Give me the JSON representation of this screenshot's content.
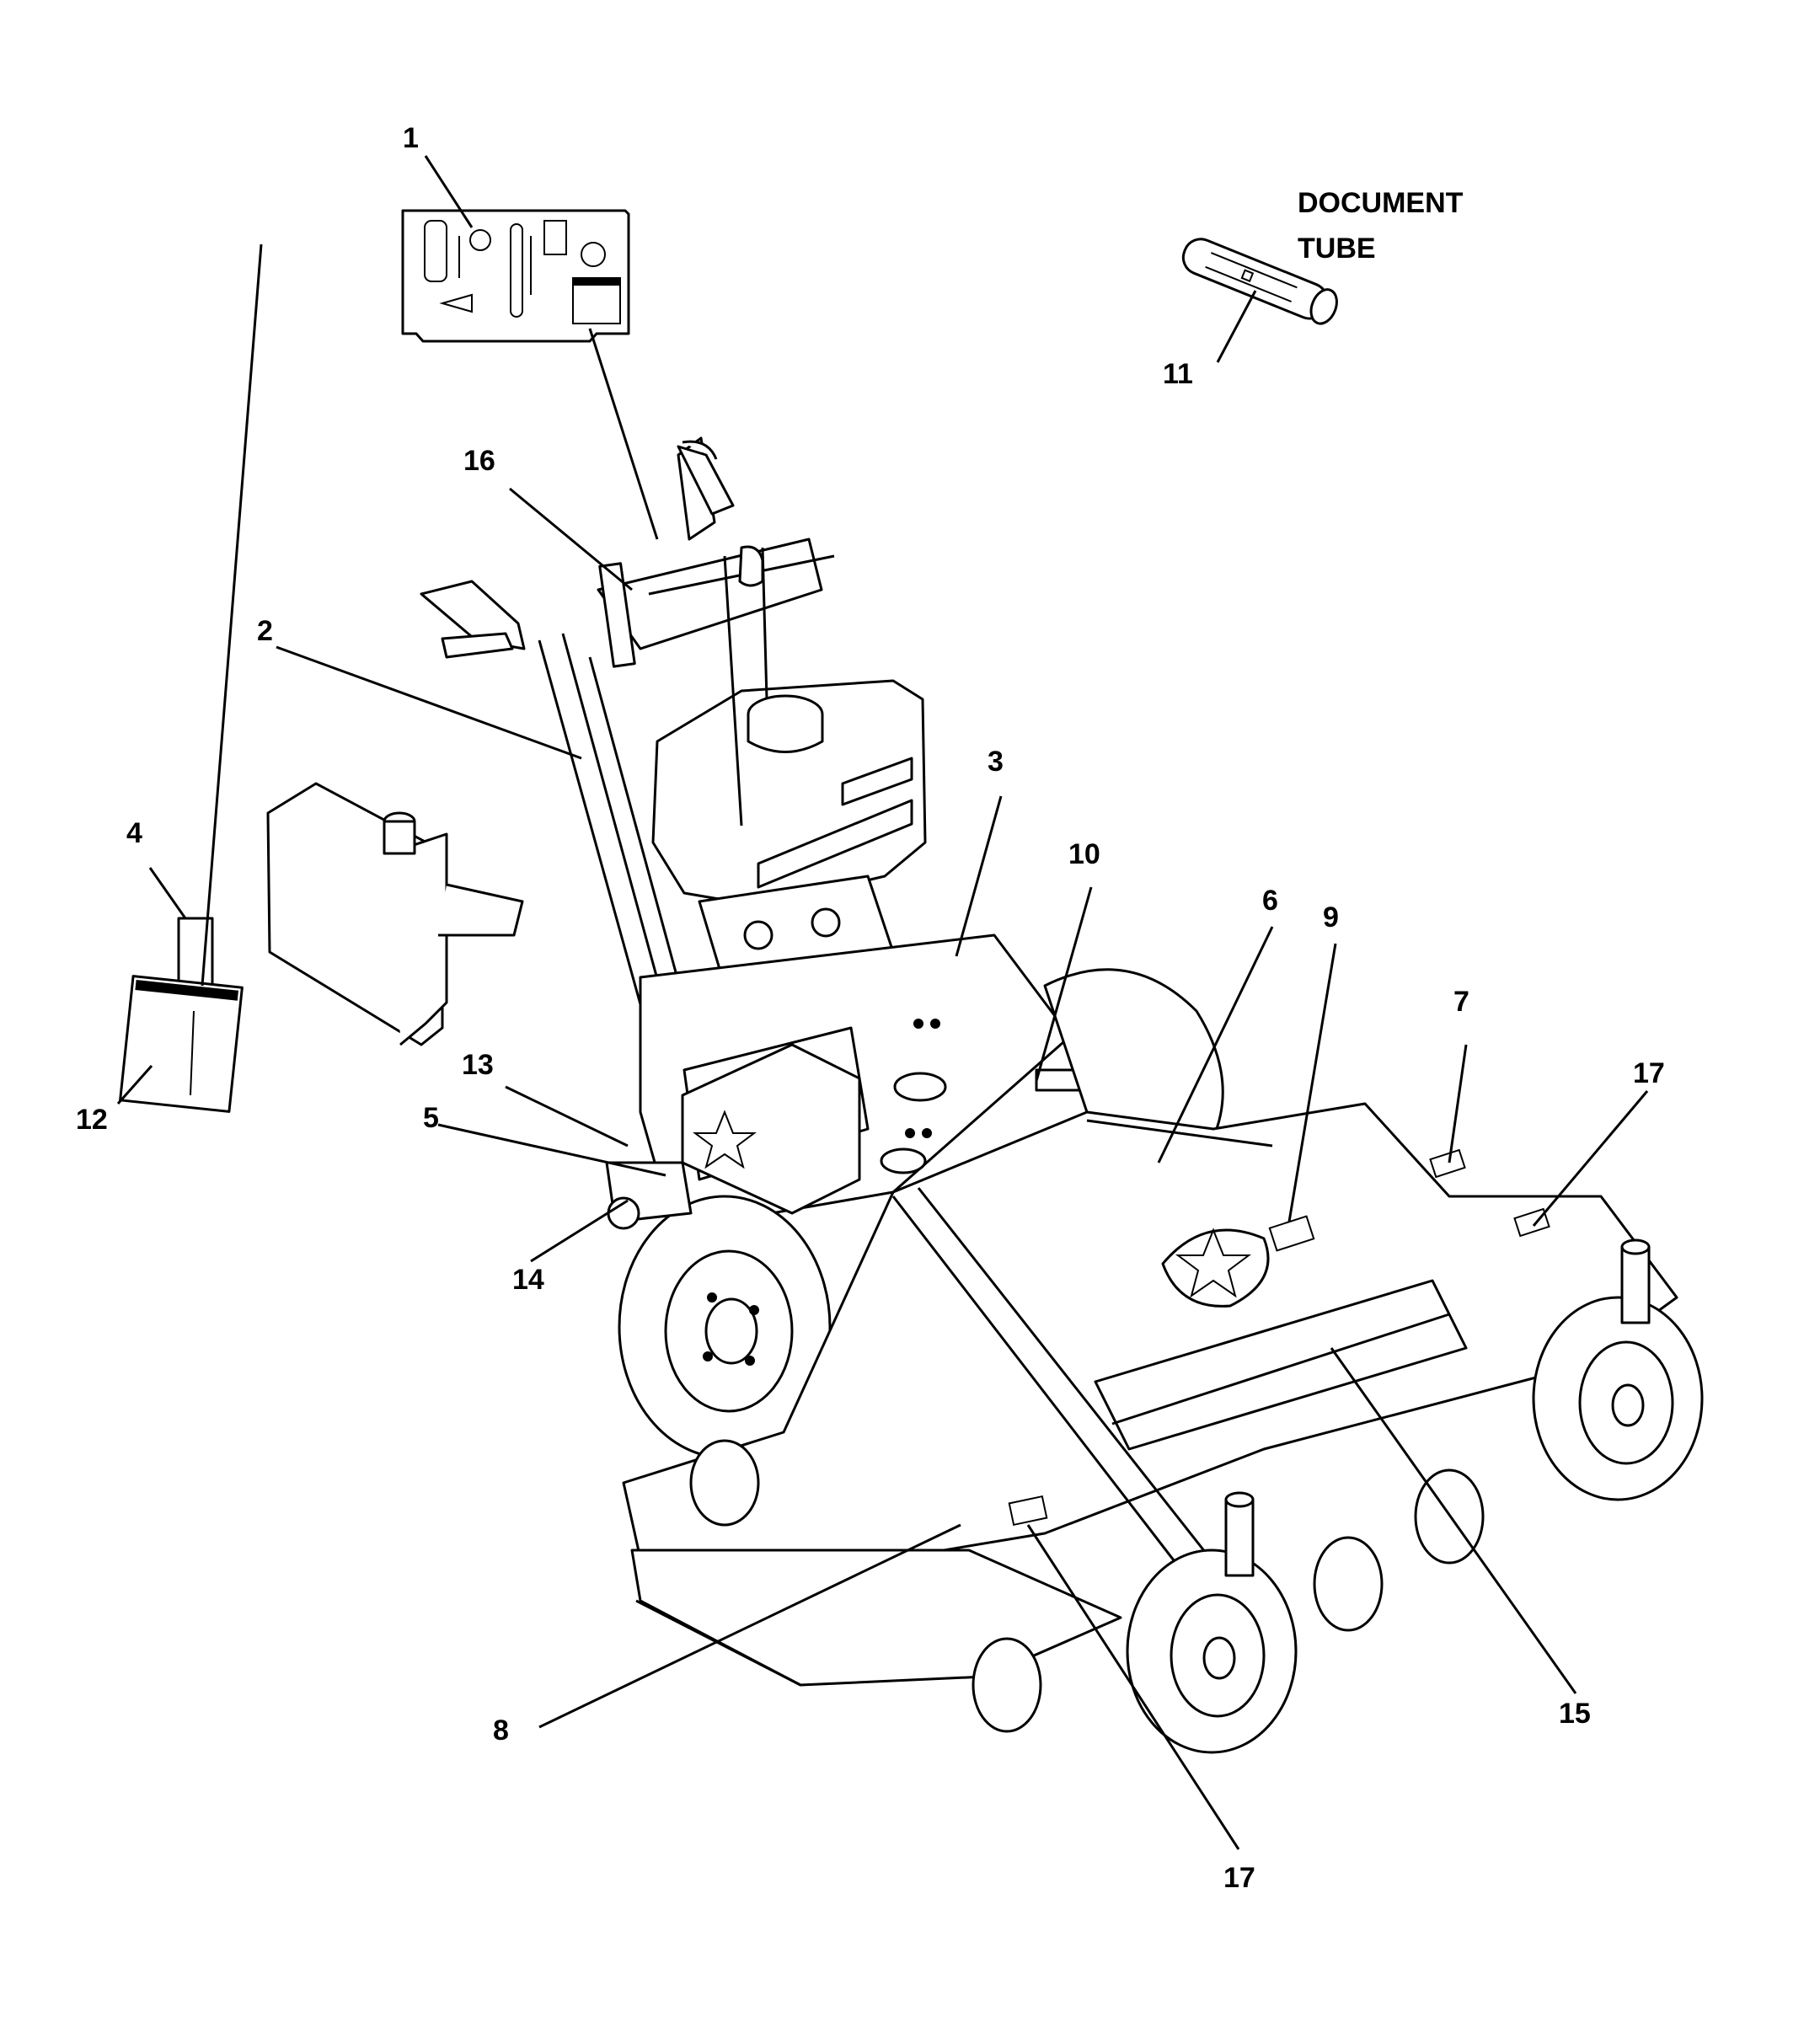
{
  "document_tube": {
    "line1": "DOCUMENT",
    "line2": "TUBE"
  },
  "callouts": [
    "1",
    "2",
    "3",
    "4",
    "5",
    "6",
    "7",
    "8",
    "9",
    "10",
    "11",
    "12",
    "13",
    "14",
    "15",
    "16",
    "17",
    "17"
  ],
  "colors": {
    "ink": "#000000",
    "paper": "#ffffff"
  }
}
